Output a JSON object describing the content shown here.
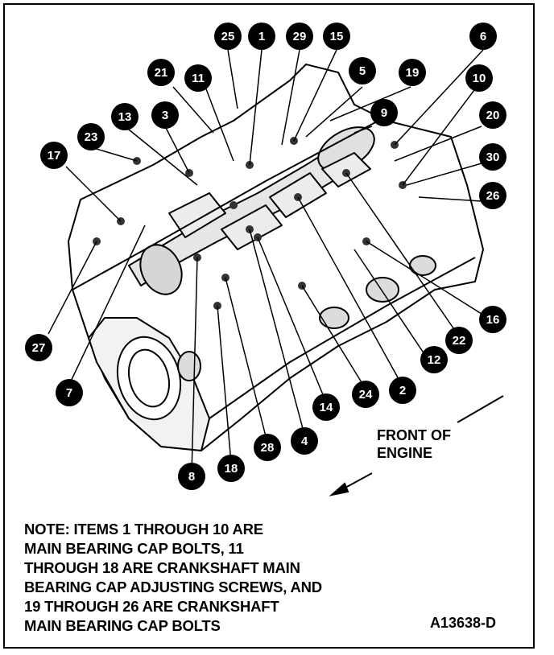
{
  "callouts": [
    "25",
    "1",
    "29",
    "15",
    "6",
    "21",
    "11",
    "5",
    "19",
    "10",
    "13",
    "3",
    "9",
    "20",
    "23",
    "30",
    "17",
    "26",
    "16",
    "27",
    "22",
    "12",
    "7",
    "24",
    "2",
    "14",
    "4",
    "28",
    "18",
    "8"
  ],
  "front_label": [
    "FRONT OF",
    "ENGINE"
  ],
  "note_lines": [
    "NOTE: ITEMS 1 THROUGH 10 ARE",
    "MAIN BEARING CAP BOLTS, 11",
    "THROUGH 18 ARE CRANKSHAFT MAIN",
    "BEARING CAP ADJUSTING SCREWS, AND",
    "19 THROUGH 26 ARE CRANKSHAFT",
    "MAIN BEARING CAP BOLTS"
  ],
  "figure_id": "A13638-D",
  "colors": {
    "ink": "#000000",
    "paper": "#ffffff"
  }
}
